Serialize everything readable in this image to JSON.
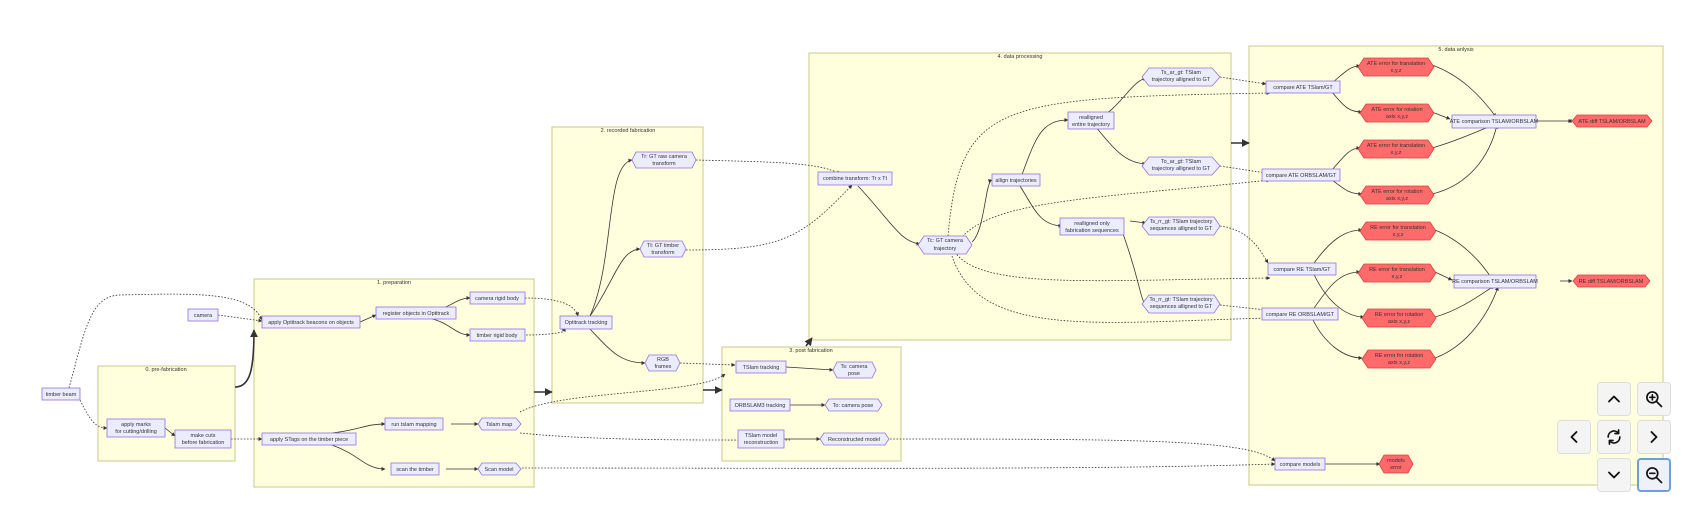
{
  "subgraphs": {
    "prefab": "0. pre-fabrication",
    "prep": "1. preparation",
    "recorded": "2. recorded fabrication",
    "post": "3. post fabrication",
    "processing": "4. data processing",
    "analysis": "5. data anlysis"
  },
  "nodes": {
    "timber_beam": "timber beam",
    "apply_marks": [
      "apply marks",
      "for cutting/drilling"
    ],
    "make_cuts": [
      "make cuts",
      "before fabrication"
    ],
    "camera": "camera",
    "apply_optitrack": "apply Optitrack beacons on objects",
    "register": "register objects in Optitrack",
    "camera_rigid": "camera rigid body",
    "timber_rigid": "timber rigid body",
    "apply_stags": "apply STags on the timber piece",
    "run_tslam": "run tslam mapping",
    "tslam_map": "Tslam map",
    "scan_timber": "scan the timber",
    "scan_model": "Scan model",
    "optitrack_tracking": "Optitrack tracking",
    "tr_camera": [
      "Tr: GT raw camera",
      "transform"
    ],
    "tt_timber": [
      "Tt: GT timber",
      "transform"
    ],
    "rgb_frames": [
      "RGB",
      "frames"
    ],
    "tslam_tracking": "TSlam tracking",
    "ts_pose": [
      "Ts: camera",
      "pose"
    ],
    "orbslam_tracking": "ORBSLAM3 tracking",
    "to_pose": "To: camera pose",
    "tslam_model": [
      "TSlam model",
      "reconstruction"
    ],
    "recon_model": "Reconstructed model",
    "combine": "combine transform: Tr x Tt",
    "tc_gt": [
      "Tc: GT camera",
      "trajectory"
    ],
    "align": "allign trajectories",
    "realigned_entire": [
      "realligned",
      "entire trajectory"
    ],
    "realigned_fab": [
      "realligned only",
      "fabrication sequences"
    ],
    "ts_ar_gt": [
      "Ts_ar_gt: TSlam",
      "trajectory alligned to GT"
    ],
    "to_ar_gt": [
      "To_ar_gt: TSlam",
      "trajectory alligned to GT"
    ],
    "ts_rr_gt": [
      "Ts_rr_gt: TSlam trajectory",
      "sequences alligned to GT"
    ],
    "to_rr_gt": [
      "To_rr_gt: TSlam trajectory",
      "sequences alligned to GT"
    ],
    "cmp_ate_tslam": "compare ATE TSlam/GT",
    "cmp_ate_orb": "compare ATE ORBSLAM/GT",
    "cmp_re_tslam": "compare RE TSlam/GT",
    "cmp_re_orb": "compare RE ORBSLAM/GT",
    "cmp_models": "compare models",
    "ate_t1": [
      "ATE error for translation",
      "x,y,z"
    ],
    "ate_r1": [
      "ATE error for rotation",
      "axis x,y,z"
    ],
    "ate_t2": [
      "ATE error for translation",
      "x,y,z"
    ],
    "ate_r2": [
      "ATE error for rotation",
      "axis x,y,z"
    ],
    "re_t1": [
      "RE error for translation",
      "x,y,z"
    ],
    "re_t2": [
      "RE error for translation",
      "x,y,z"
    ],
    "re_r1": [
      "RE error for rotation",
      "axis x,y,z"
    ],
    "re_r2": [
      "RE error for rotation",
      "axis x,y,z"
    ],
    "ate_cmp": "ATE comparison TSLAM/ORBSLAM",
    "ate_diff": "ATE diff TSLAM/ORBSLAM",
    "re_cmp": "RE comparison TSLAM/ORBSLAM",
    "re_diff": "RE diff TSLAM/ORBSLAM",
    "models_error": [
      "models",
      "error"
    ]
  },
  "controls": {
    "pan_up": "chevron-up-icon",
    "zoom_in": "zoom-in-icon",
    "pan_left": "chevron-left-icon",
    "reset": "refresh-icon",
    "pan_right": "chevron-right-icon",
    "pan_down": "chevron-down-icon",
    "zoom_out": "zoom-out-icon"
  }
}
